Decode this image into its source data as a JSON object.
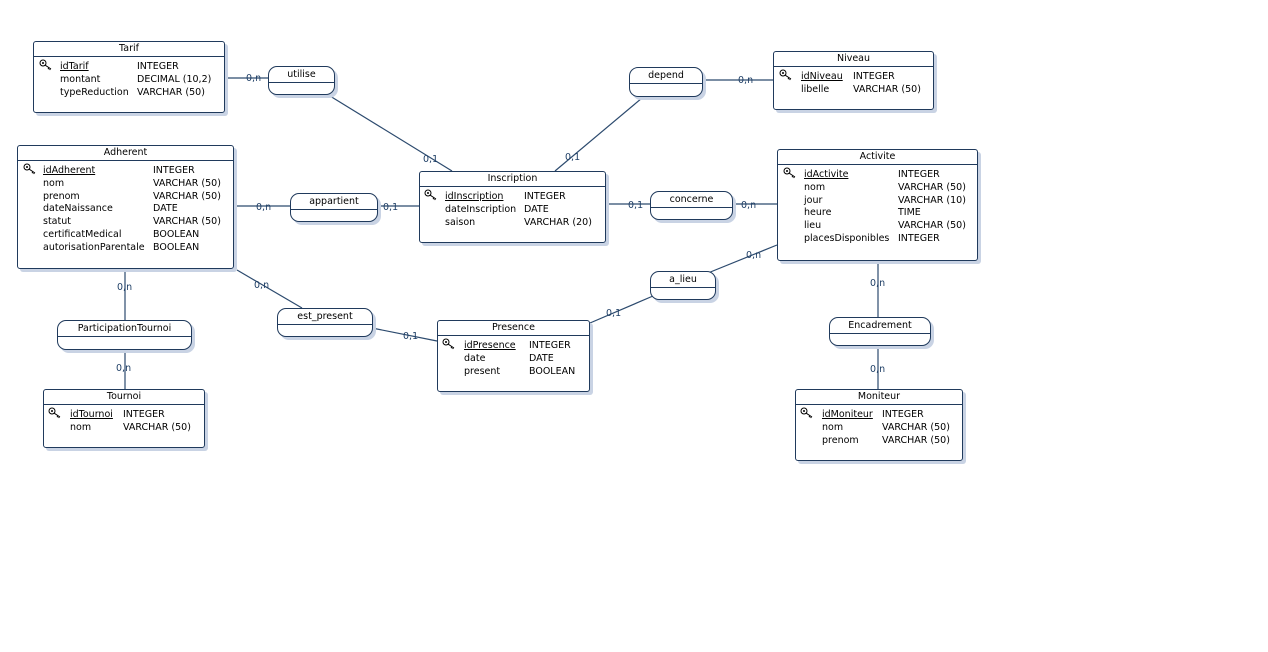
{
  "entities": {
    "tarif": {
      "title": "Tarif",
      "rows": [
        {
          "name": "idTarif",
          "type": "INTEGER"
        },
        {
          "name": "montant",
          "type": "DECIMAL (10,2)"
        },
        {
          "name": "typeReduction",
          "type": "VARCHAR (50)"
        }
      ]
    },
    "niveau": {
      "title": "Niveau",
      "rows": [
        {
          "name": "idNiveau",
          "type": "INTEGER"
        },
        {
          "name": "libelle",
          "type": "VARCHAR (50)"
        }
      ]
    },
    "adherent": {
      "title": "Adherent",
      "rows": [
        {
          "name": "idAdherent",
          "type": "INTEGER"
        },
        {
          "name": "nom",
          "type": "VARCHAR (50)"
        },
        {
          "name": "prenom",
          "type": "VARCHAR (50)"
        },
        {
          "name": "dateNaissance",
          "type": "DATE"
        },
        {
          "name": "statut",
          "type": "VARCHAR (50)"
        },
        {
          "name": "certificatMedical",
          "type": "BOOLEAN"
        },
        {
          "name": "autorisationParentale",
          "type": "BOOLEAN"
        }
      ]
    },
    "inscription": {
      "title": "Inscription",
      "rows": [
        {
          "name": "idInscription",
          "type": "INTEGER"
        },
        {
          "name": "dateInscription",
          "type": "DATE"
        },
        {
          "name": "saison",
          "type": "VARCHAR (20)"
        }
      ]
    },
    "activite": {
      "title": "Activite",
      "rows": [
        {
          "name": "idActivite",
          "type": "INTEGER"
        },
        {
          "name": "nom",
          "type": "VARCHAR (50)"
        },
        {
          "name": "jour",
          "type": "VARCHAR (10)"
        },
        {
          "name": "heure",
          "type": "TIME"
        },
        {
          "name": "lieu",
          "type": "VARCHAR (50)"
        },
        {
          "name": "placesDisponibles",
          "type": "INTEGER"
        }
      ]
    },
    "presence": {
      "title": "Presence",
      "rows": [
        {
          "name": "idPresence",
          "type": "INTEGER"
        },
        {
          "name": "date",
          "type": "DATE"
        },
        {
          "name": "present",
          "type": "BOOLEAN"
        }
      ]
    },
    "tournoi": {
      "title": "Tournoi",
      "rows": [
        {
          "name": "idTournoi",
          "type": "INTEGER"
        },
        {
          "name": "nom",
          "type": "VARCHAR (50)"
        }
      ]
    },
    "moniteur": {
      "title": "Moniteur",
      "rows": [
        {
          "name": "idMoniteur",
          "type": "INTEGER"
        },
        {
          "name": "nom",
          "type": "VARCHAR (50)"
        },
        {
          "name": "prenom",
          "type": "VARCHAR (50)"
        }
      ]
    }
  },
  "associations": {
    "utilise": "utilise",
    "depend": "depend",
    "appartient": "appartient",
    "concerne": "concerne",
    "a_lieu": "a_lieu",
    "est_present": "est_present",
    "participation_tournoi": "ParticipationTournoi",
    "encadrement": "Encadrement"
  },
  "cardinalities": {
    "tarif_utilise": "0,n",
    "utilise_inscription": "0,1",
    "depend_inscription": "0,1",
    "depend_niveau": "0,n",
    "adherent_appartient": "0,n",
    "appartient_inscription": "0,1",
    "inscription_concerne": "0,1",
    "concerne_activite": "0,n",
    "activite_a_lieu": "0,n",
    "a_lieu_presence": "0,1",
    "adherent_est_present": "0,n",
    "est_present_presence": "0,1",
    "adherent_participation": "0,n",
    "participation_tournoi": "0,n",
    "activite_encadrement": "0,n",
    "encadrement_moniteur": "0,n"
  }
}
